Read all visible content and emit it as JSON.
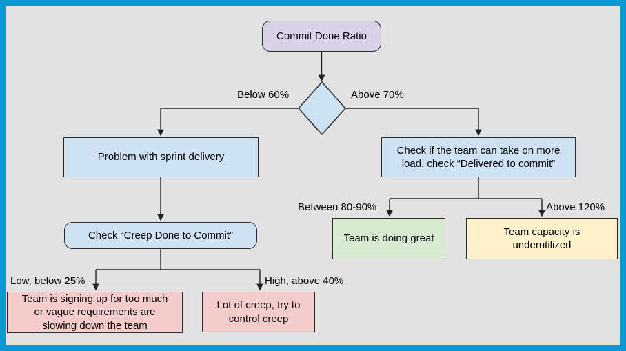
{
  "canvas": {
    "background": "#e2e2e2",
    "frame_color": "#0a99d5",
    "line_color": "#222222"
  },
  "nodes": {
    "start": {
      "label": "Commit Done Ratio",
      "fill": "#d9d2e9"
    },
    "decision": {
      "fill": "#cfe2f3"
    },
    "problem": {
      "label": "Problem with sprint delivery",
      "fill": "#cfe2f3"
    },
    "check_load": {
      "lines": [
        "Check if the team can take on more",
        "load, check “Delivered to commit”"
      ],
      "fill": "#cfe2f3"
    },
    "check_creep": {
      "label": "Check “Creep Done to Commit”",
      "fill": "#cfe2f3"
    },
    "signup": {
      "lines": [
        "Team is signing up for too much",
        "or vague requirements are",
        "slowing down the team"
      ],
      "fill": "#f4cccc"
    },
    "creep_control": {
      "lines": [
        "Lot of creep, try to",
        "control creep"
      ],
      "fill": "#f4cccc"
    },
    "doing_great": {
      "label": "Team is doing great",
      "fill": "#d9ead3"
    },
    "underutilized": {
      "lines": [
        "Team capacity is",
        "underutilized"
      ],
      "fill": "#fff2cc"
    }
  },
  "edge_labels": {
    "below_60": "Below 60%",
    "above_70": "Above 70%",
    "between_80_90": "Between 80-90%",
    "above_120": "Above 120%",
    "low_below_25": "Low, below 25%",
    "high_above_40": "High, above 40%"
  }
}
